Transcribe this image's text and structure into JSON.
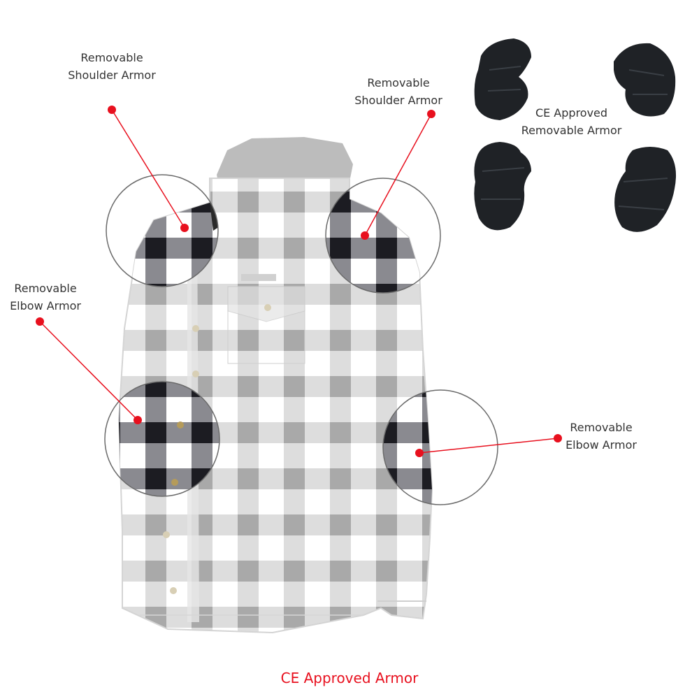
{
  "callouts": {
    "shoulder_left": {
      "line1": "Removable",
      "line2": "Shoulder Armor"
    },
    "shoulder_right": {
      "line1": "Removable",
      "line2": "Shoulder Armor"
    },
    "elbow_left": {
      "line1": "Removable",
      "line2": "Elbow Armor"
    },
    "elbow_right": {
      "line1": "Removable",
      "line2": "Elbow Armor"
    }
  },
  "armor_panel": {
    "line1": "CE Approved",
    "line2": "Removable Armor"
  },
  "caption": "CE Approved Armor",
  "colors": {
    "pointer_red": "#e8101e",
    "plaid_dark": "#1c1c22",
    "plaid_faded": "#b8b8b8",
    "armor_pad": "#1f2226"
  }
}
